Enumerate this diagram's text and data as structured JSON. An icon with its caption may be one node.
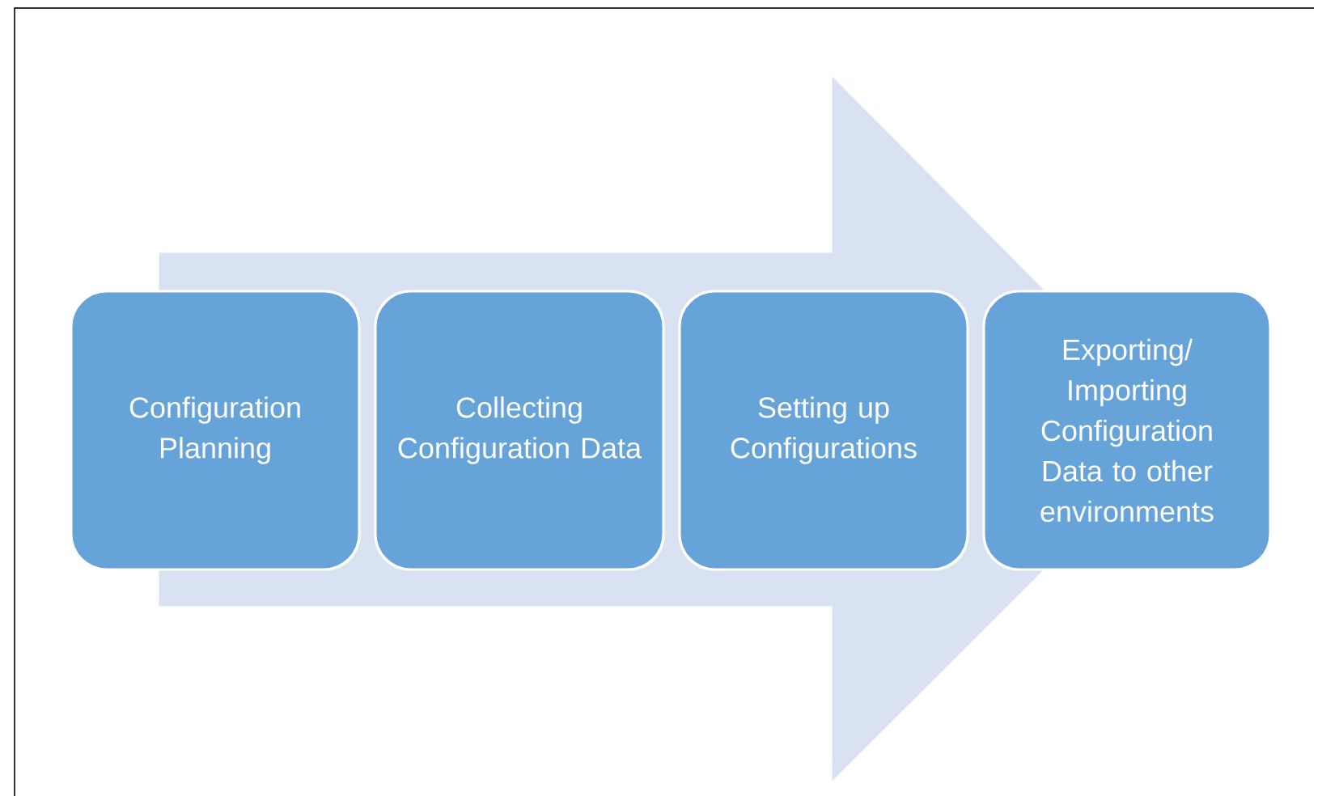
{
  "diagram": {
    "nodes": [
      {
        "text": [
          "Configuration Planning"
        ]
      },
      {
        "text": [
          "Collecting Configuration Data"
        ]
      },
      {
        "text": [
          "Setting up Configurations"
        ]
      },
      {
        "text": [
          "Exporting/ Importing Configuration Data to other environments"
        ]
      }
    ],
    "edges": [
      {
        "from": 0,
        "to": 3,
        "arrow": "to"
      }
    ]
  }
}
